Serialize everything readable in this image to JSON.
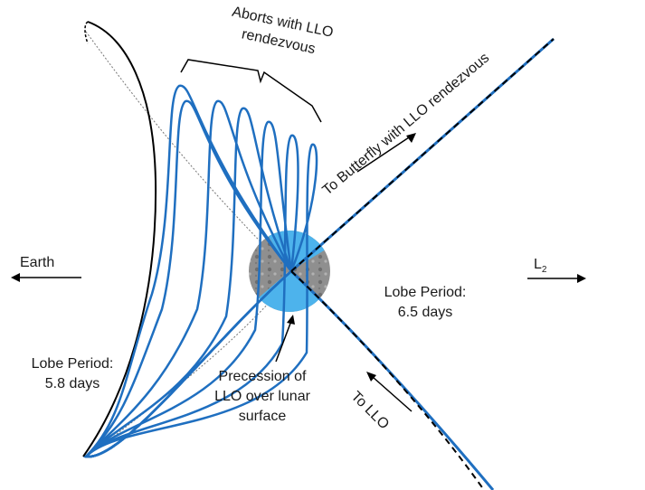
{
  "labels": {
    "aborts_line1": "Aborts with LLO",
    "aborts_line2": "rendezvous",
    "to_butterfly": "To Butterfly with LLO rendezvous",
    "earth": "Earth",
    "l2_main": "L",
    "l2_sub": "2",
    "lobe_right_line1": "Lobe Period:",
    "lobe_right_line2": "6.5 days",
    "lobe_left_line1": "Lobe Period:",
    "lobe_left_line2": "5.8 days",
    "precession_line1": "Precession of",
    "precession_line2": "LLO over lunar",
    "precession_line3": "surface",
    "to_llo": "To LLO"
  },
  "colors": {
    "trajectory_blue": "#1f6fc0",
    "moon_shade_blue": "#4db3ec",
    "moon_gray": "#9a9a9a",
    "black": "#000000"
  },
  "icons": [
    "moon-image",
    "arrow-left-icon",
    "arrow-right-icon"
  ]
}
